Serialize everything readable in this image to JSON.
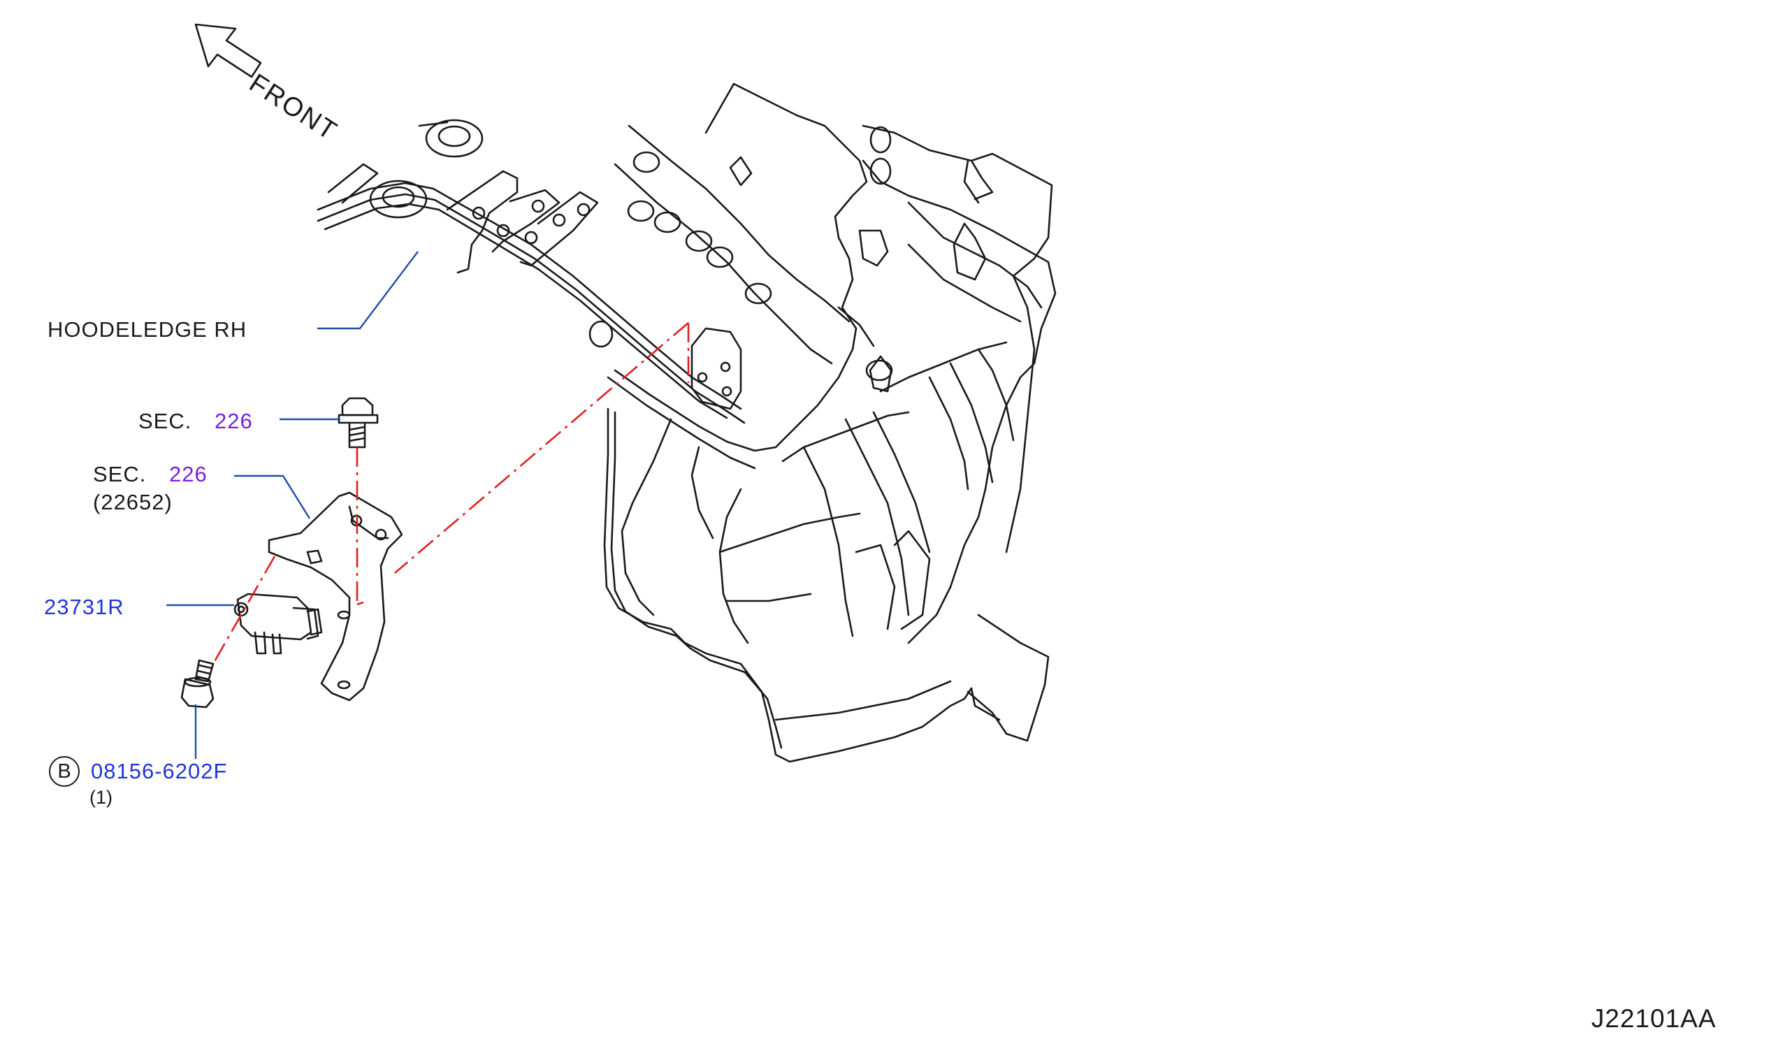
{
  "direction": {
    "label": "FRONT",
    "icon": "front-arrow-icon"
  },
  "labels": {
    "hoodledge": "HOODELEDGE  RH",
    "sec1_prefix": "SEC.",
    "sec1_number": "226",
    "sec2_prefix": "SEC.",
    "sec2_number": "226",
    "sec2_sub": "(22652)",
    "part_sensor": "23731R",
    "bolt_marker": "B",
    "bolt_part": "08156-6202F",
    "bolt_qty": "(1)"
  },
  "figure_code": "J22101AA",
  "colors": {
    "line": "#1a1a1a",
    "leader": "#1f4ea8",
    "part_link": "#1f35d8",
    "section_link": "#7a1fe0",
    "dash": "#e02020"
  }
}
